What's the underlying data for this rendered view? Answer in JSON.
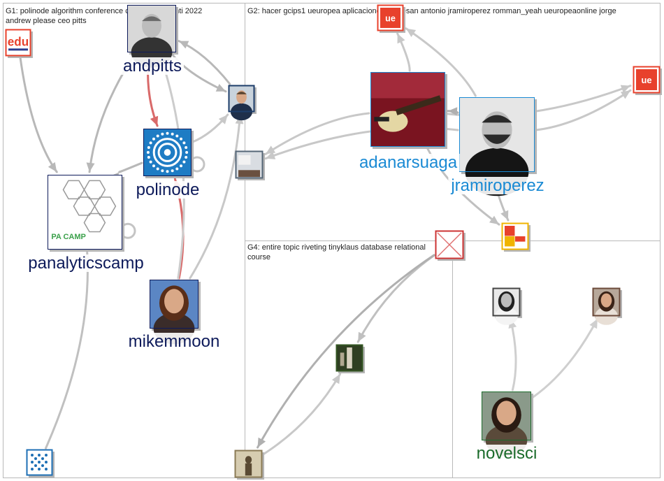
{
  "groups": [
    {
      "id": "G1",
      "title_lines": [
        "G1: polinode algorithm conference communities anti 2022",
        "andrew please ceo pitts"
      ]
    },
    {
      "id": "G2",
      "title_lines": [
        "G2: hacer gcips1 ueuropea aplicaciones interesan antonio jramiroperez romman_yeah ueuropeaonline jorge"
      ]
    },
    {
      "id": "G4",
      "title_lines": [
        "G4: entire topic riveting tinyklaus database relational",
        "course"
      ]
    },
    {
      "id": "G3",
      "title_lines": [
        "G3"
      ]
    }
  ],
  "nodes": [
    {
      "id": "edu",
      "label": "",
      "avatar": "edu-logo",
      "color": "#e8412c"
    },
    {
      "id": "andpitts",
      "label": "andpitts",
      "avatar": "person-gray",
      "color": "#0d1a5a"
    },
    {
      "id": "suit",
      "label": "",
      "avatar": "person-suit",
      "color": "#1d3d6a"
    },
    {
      "id": "polinode",
      "label": "polinode",
      "avatar": "polinode-logo",
      "color": "#0d1a5a"
    },
    {
      "id": "panalyticscamp",
      "label": "panalyticscamp",
      "avatar": "pa-camp-logo",
      "color": "#0d1a5a"
    },
    {
      "id": "mikemmoon",
      "label": "mikemmoon",
      "avatar": "person-woman",
      "color": "#0d1a5a"
    },
    {
      "id": "bluelogo",
      "label": "",
      "avatar": "dots-logo",
      "color": "#1e6fb5"
    },
    {
      "id": "ue_top",
      "label": "",
      "avatar": "ue-logo",
      "color": "#e8412c"
    },
    {
      "id": "ue_right",
      "label": "",
      "avatar": "ue-logo",
      "color": "#e8412c"
    },
    {
      "id": "adanarsuaga",
      "label": "adanarsuaga",
      "avatar": "guitar-photo",
      "color": "#1a8ad4"
    },
    {
      "id": "jramiroperez",
      "label": "jramiroperez",
      "avatar": "person-bald",
      "color": "#1a8ad4"
    },
    {
      "id": "conf",
      "label": "",
      "avatar": "conference-photo",
      "color": "#556677"
    },
    {
      "id": "gcips",
      "label": "",
      "avatar": "gcips-logo",
      "color": "#f0b400"
    },
    {
      "id": "broken",
      "label": "",
      "avatar": "missing-image",
      "color": "#cc3333"
    },
    {
      "id": "tree",
      "label": "",
      "avatar": "tree-photo",
      "color": "#335522"
    },
    {
      "id": "sculpt",
      "label": "",
      "avatar": "statue-photo",
      "color": "#8a7a55"
    },
    {
      "id": "g3a",
      "label": "",
      "avatar": "person-woman-2",
      "color": "#444444"
    },
    {
      "id": "g3b",
      "label": "",
      "avatar": "person-woman-3",
      "color": "#6b4a3a"
    },
    {
      "id": "novelsci",
      "label": "novelsci",
      "avatar": "person-woman-4",
      "color": "#1b6b2b"
    }
  ],
  "edges": [
    {
      "from": "edu",
      "to": "panalyticscamp",
      "color": "#b8b8b8",
      "width": 3
    },
    {
      "from": "andpitts",
      "to": "panalyticscamp",
      "color": "#b8b8b8",
      "width": 3
    },
    {
      "from": "andpitts",
      "to": "polinode",
      "color": "#d96a6a",
      "width": 3
    },
    {
      "from": "andpitts",
      "to": "suit",
      "color": "#b8b8b8",
      "width": 3
    },
    {
      "from": "suit",
      "to": "andpitts",
      "color": "#b8b8b8",
      "width": 3
    },
    {
      "from": "polinode",
      "to": "suit",
      "color": "#c8c8c8",
      "width": 3
    },
    {
      "from": "polinode",
      "to": "panalyticscamp",
      "color": "#b8b8b8",
      "width": 3
    },
    {
      "from": "mikemmoon",
      "to": "polinode",
      "color": "#d96a6a",
      "width": 3
    },
    {
      "from": "mikemmoon",
      "to": "suit",
      "color": "#c8c8c8",
      "width": 3
    },
    {
      "from": "mikemmoon",
      "to": "andpitts",
      "color": "#cccccc",
      "width": 3
    },
    {
      "from": "bluelogo",
      "to": "panalyticscamp",
      "color": "#c0c0c0",
      "width": 3
    },
    {
      "from": "adanarsuaga",
      "to": "ue_top",
      "color": "#c8c8c8",
      "width": 3
    },
    {
      "from": "jramiroperez",
      "to": "ue_top",
      "color": "#c8c8c8",
      "width": 3
    },
    {
      "from": "adanarsuaga",
      "to": "ue_right",
      "color": "#c8c8c8",
      "width": 3
    },
    {
      "from": "jramiroperez",
      "to": "ue_right",
      "color": "#c8c8c8",
      "width": 3
    },
    {
      "from": "jramiroperez",
      "to": "adanarsuaga",
      "color": "#b0b0b0",
      "width": 3
    },
    {
      "from": "adanarsuaga",
      "to": "conf",
      "color": "#c8c8c8",
      "width": 3
    },
    {
      "from": "jramiroperez",
      "to": "conf",
      "color": "#c8c8c8",
      "width": 3
    },
    {
      "from": "adanarsuaga",
      "to": "gcips",
      "color": "#c0c0c0",
      "width": 3
    },
    {
      "from": "jramiroperez",
      "to": "gcips",
      "color": "#c0c0c0",
      "width": 3
    },
    {
      "from": "broken",
      "to": "tree",
      "color": "#c0c0c0",
      "width": 3
    },
    {
      "from": "broken",
      "to": "sculpt",
      "color": "#b0b0b0",
      "width": 3
    },
    {
      "from": "sculpt",
      "to": "tree",
      "color": "#c8c8c8",
      "width": 3
    },
    {
      "from": "novelsci",
      "to": "g3a",
      "color": "#cfcfcf",
      "width": 3
    },
    {
      "from": "novelsci",
      "to": "g3b",
      "color": "#cfcfcf",
      "width": 3
    }
  ],
  "self_loops": [
    "polinode",
    "panalyticscamp"
  ]
}
